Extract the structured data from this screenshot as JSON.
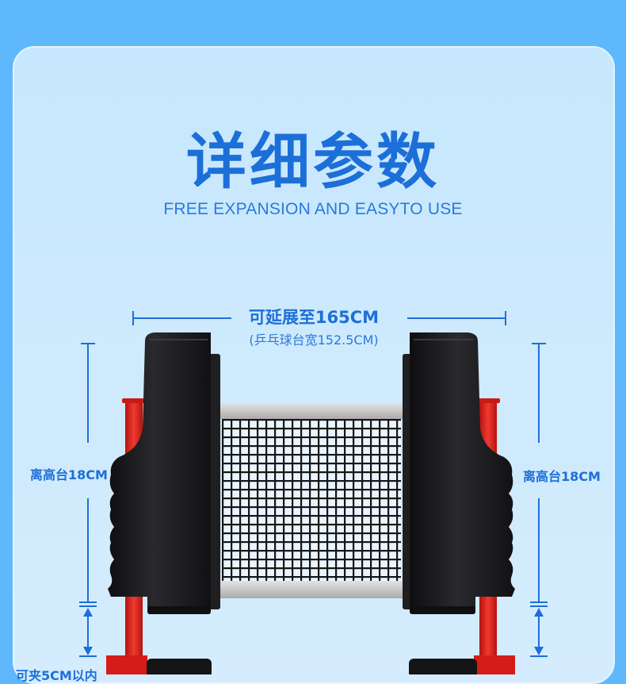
{
  "heading": {
    "title": "详细参数",
    "subtitle": "FREE EXPANSION AND EASYTO USE"
  },
  "dimensions": {
    "width_label": "可延展至165CM",
    "width_note": "(乒乓球台宽152.5CM)",
    "height_left": "离高台18CM",
    "height_right": "离高台18CM",
    "clamp_label": "可夹5CM以内"
  },
  "colors": {
    "background": "#5fb8fb",
    "accent": "#1d6fd8",
    "post": "#1c1c1e",
    "red": "#e4231f"
  }
}
